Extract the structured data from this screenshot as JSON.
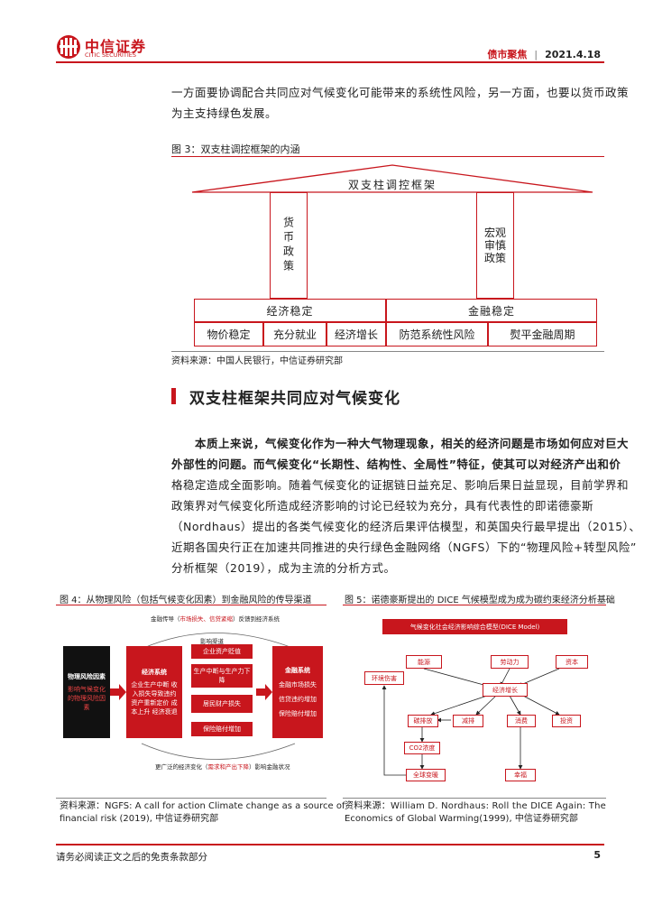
{
  "header": {
    "logo_cn": "中信证券",
    "logo_en": "CITIC SECURITIES",
    "section": "债市聚焦",
    "date": "2021.4.18"
  },
  "intro": {
    "line1": "一方面要协调配合共同应对气候变化可能带来的系统性风险，另一方面，也要以货币政策",
    "line2": "为主支持绿色发展。"
  },
  "fig3": {
    "caption": "图 3：双支柱调控框架的内涵",
    "roof": "双支柱调控框架",
    "pillar_left": "货币政策",
    "pillar_right": "宏观审慎政策",
    "econ": "经济稳定",
    "fin": "金融稳定",
    "items": [
      "物价稳定",
      "充分就业",
      "经济增长",
      "防范系统性风险",
      "熨平金融周期"
    ],
    "source": "资料来源：中国人民银行，中信证券研究部"
  },
  "section_title": "双支柱框架共同应对气候变化",
  "para": {
    "l1": "本质上来说，气候变化作为一种大气物理现象，相关的经济问题是市场如何应对巨大",
    "l2": "外部性的问题。而气候变化“长期性、结构性、全局性”特征，使其可以对经济产出和价",
    "l3": "格稳定造成全面影响。随着气候变化的证据链日益充足、影响后果日益显现，目前学界和",
    "l4": "政策界对气候变化所造成经济影响的讨论已经较为充分，具有代表性的即诺德豪斯",
    "l5": "（Nordhaus）提出的各类气候变化的经济后果评估模型，和英国央行最早提出（2015）、",
    "l6": "近期各国央行正在加速共同推进的央行绿色金融网络（NGFS）下的“物理风险+转型风险”",
    "l7": "分析框架（2019），成为主流的分析方式。"
  },
  "fig4": {
    "caption": "图 4：从物理风险（包括气候变化因素）到金融风险的传导渠道",
    "top_prefix": "金融传导（",
    "top_red": "市场损失、信贷紧缩",
    "top_suffix": "）反馈到经济系统",
    "impact": "影响渠道",
    "left_title": "物理风险因素",
    "left_sub": "影响气候变化的物理风险因素",
    "mid_title": "经济系统",
    "mid_sub": "企业生产中断 收入损失导致违约 资产重新定价 成本上升 经济衰退",
    "channels": [
      "企业资产贬值",
      "生产中断与生产力下降",
      "居民财产损失",
      "保险赔付增加"
    ],
    "fin_title": "金融系统",
    "fin_items": [
      "金融市场损失",
      "信贷违约增加",
      "保险赔付增加"
    ],
    "bottom_prefix": "更广泛的经济变化（",
    "bottom_red": "需求和产出下降",
    "bottom_suffix": "）影响金融状况",
    "source1": "资料来源：NGFS: A call for action Climate change as a source of",
    "source2": "financial risk (2019), 中信证券研究部"
  },
  "fig5": {
    "caption": "图 5：诺德豪斯提出的 DICE 气候模型成为成为碳约束经济分析基础",
    "title": "气候变化社会经济影响综合模型(DICE Model)",
    "n_energy": "能源",
    "n_labor": "劳动力",
    "n_capital": "资本",
    "n_damage": "环境伤害",
    "n_growth": "经济增长",
    "n_emission": "碳排放",
    "n_abate": "减排",
    "n_consume": "消费",
    "n_invest": "投资",
    "n_co2": "CO2浓度",
    "n_temp": "全球变暖",
    "n_welfare": "幸福",
    "source1": "资料来源：William D. Nordhaus: Roll the DICE Again: The",
    "source2": "Economics of Global Warming(1999), 中信证券研究部"
  },
  "footer": {
    "disclaimer": "请务必阅读正文之后的免责条款部分",
    "page": "5"
  }
}
